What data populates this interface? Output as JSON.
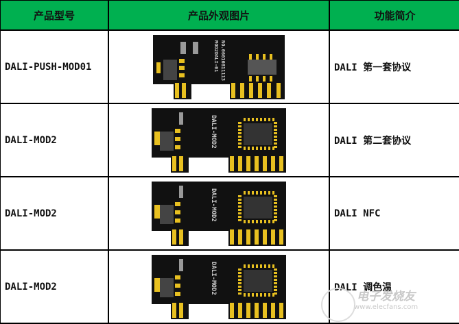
{
  "headers": [
    "产品型号",
    "产品外观图片",
    "功能简介"
  ],
  "rows": [
    {
      "model": "DALI-PUSH-MOD01",
      "function": "DALI 第一套协议",
      "silk": [
        "NO.06010811113",
        "MOD2DALI-01"
      ]
    },
    {
      "model": "DALI-MOD2",
      "function": "DALI 第二套协议",
      "silk": [
        "DALI-MOD2"
      ]
    },
    {
      "model": "DALI-MOD2",
      "function": "DALI NFC",
      "silk": [
        "DALI-MOD2"
      ]
    },
    {
      "model": "DALI-MOD2",
      "function": "DALI 调色温",
      "silk": [
        "DALI-MOD2"
      ]
    }
  ],
  "colors": {
    "header": "#00b050",
    "pcb": "#111111",
    "pad": "#e8c020"
  },
  "watermark": {
    "logo": "电子发烧友",
    "url": "www.elecfans.com"
  }
}
